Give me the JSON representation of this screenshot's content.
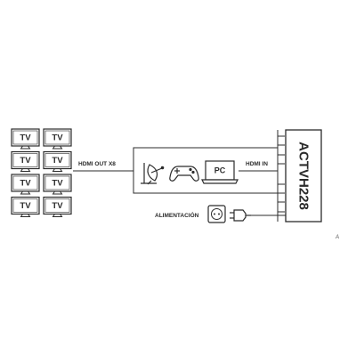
{
  "device": {
    "model": "ACTVH228"
  },
  "tv_grid": {
    "screen_label": "TV",
    "rows": 4,
    "columns": 2
  },
  "labels": {
    "hdmi_out": "HDMI OUT X8",
    "hdmi_in": "HDMI IN",
    "power": "ALIMENTACIÓN",
    "pc": "PC",
    "corner_mark": "A"
  },
  "sources": [
    {
      "icon": "satellite-dish-icon"
    },
    {
      "icon": "gamepad-icon"
    },
    {
      "icon": "laptop-icon",
      "label": "PC"
    }
  ],
  "colors": {
    "ink": "#2b2b2b",
    "device_fill": "#ffffff"
  }
}
